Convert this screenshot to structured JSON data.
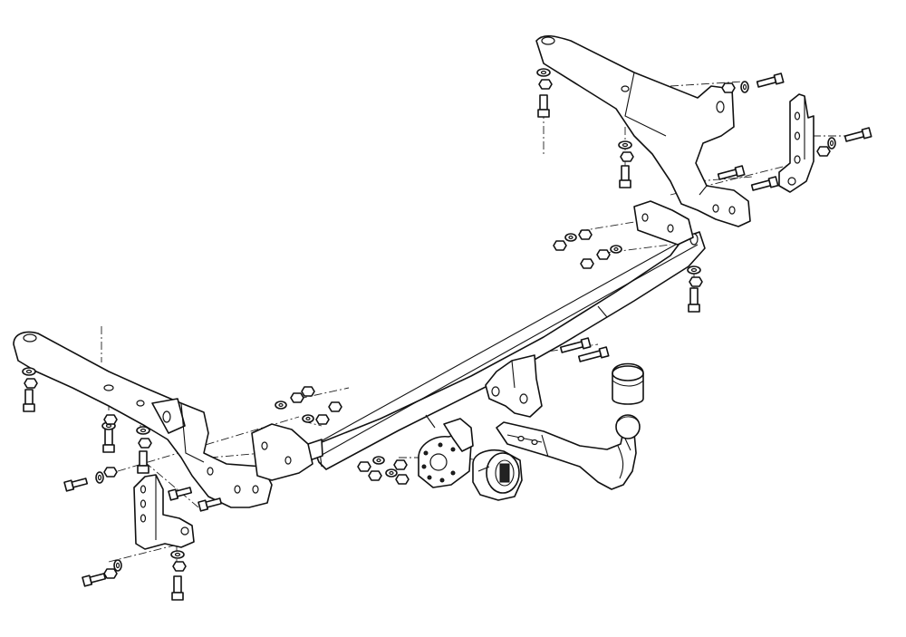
{
  "diagram": {
    "kind": "exploded-assembly-line-drawing",
    "subject": "tow-bar-kit",
    "line_color": "#111111",
    "background": "#ffffff",
    "parts": [
      "left-side-bracket",
      "right-side-bracket",
      "left-angle-bracket",
      "right-angle-bracket",
      "cross-beam",
      "left-end-plate",
      "right-end-plate",
      "ball-mount-bracket",
      "tow-ball-arm",
      "ball-cover-cap",
      "socket-plate",
      "electrical-socket",
      "bolts",
      "washers",
      "nuts"
    ]
  }
}
